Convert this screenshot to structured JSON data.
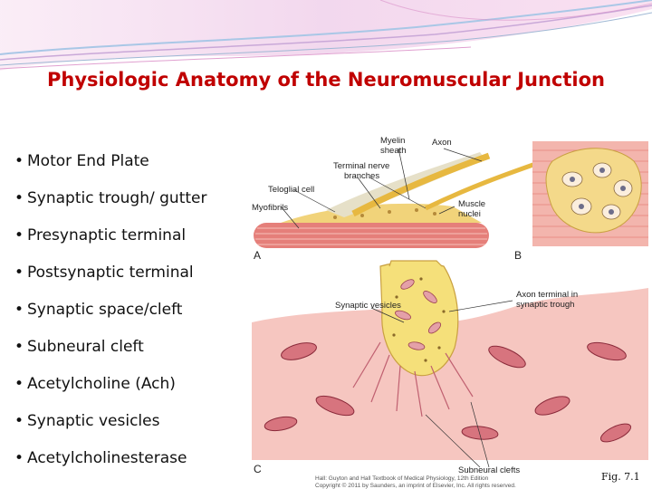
{
  "title": "Physiologic Anatomy of the Neuromuscular Junction",
  "bullets": [
    "Motor End Plate",
    "Synaptic trough/ gutter",
    "Presynaptic terminal",
    "Postsynaptic terminal",
    "Synaptic space/cleft",
    "Subneural cleft",
    "Acetylcholine (Ach)",
    "Synaptic vesicles",
    "Acetylcholinesterase"
  ],
  "bullet_glyph": "•",
  "figure": {
    "labels": {
      "myelin_sheath_1": "Myelin",
      "myelin_sheath_2": "sheath",
      "axon": "Axon",
      "terminal_nerve_1": "Terminal nerve",
      "terminal_nerve_2": "branches",
      "teloglial": "Teloglial cell",
      "myofibrils": "Myofibrils",
      "muscle_nuclei_1": "Muscle",
      "muscle_nuclei_2": "nuclei",
      "synaptic_vesicles": "Synaptic vesicles",
      "axon_terminal_1": "Axon terminal in",
      "axon_terminal_2": "synaptic trough",
      "subneural_clefts": "Subneural clefts",
      "panel_a": "A",
      "panel_b": "B",
      "panel_c": "C"
    },
    "credit_1": "Hall: Guyton and Hall Textbook of Medical Physiology, 12th Edition",
    "credit_2": "Copyright © 2011 by Saunders, an imprint of Elsevier, Inc. All rights reserved."
  },
  "fig_ref": "Fig. 7.1",
  "colors": {
    "title": "#c00000",
    "muscle": "#f2a6a0",
    "nerve": "#f5e07a",
    "mito": "#c05060"
  }
}
